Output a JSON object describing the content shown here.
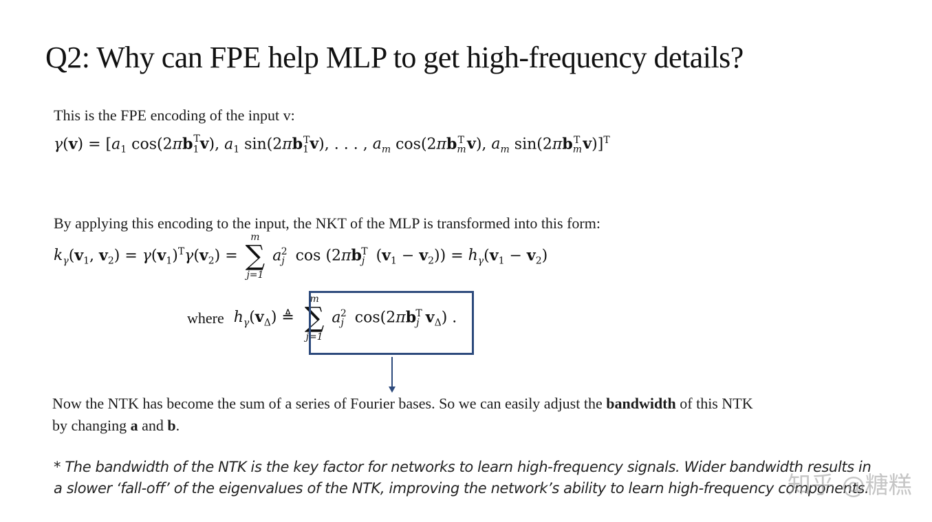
{
  "slide": {
    "title": "Q2: Why can FPE help MLP to get high-frequency details?",
    "intro_text": "This is the FPE encoding of the input v:",
    "encoding_formula": "γ(v) = [a₁ cos(2πb₁ᵀv), a₁ sin(2πb₁ᵀv), . . . , aₘ cos(2πbₘᵀv), aₘ sin(2πbₘᵀv)]ᵀ",
    "transform_text": "By applying this encoding to the input, the NKT of the MLP is transformed into this form:",
    "kernel_formula": "k_γ(v₁, v₂) = γ(v₁)ᵀγ(v₂) = Σ_{j=1}^{m} a_j² cos(2πb_jᵀ(v₁ − v₂)) = h_γ(v₁ − v₂)",
    "where_label": "where",
    "h_definition": "h_γ(v_Δ) ≜ Σ_{j=1}^{m} a_j² cos(2πb_jᵀv_Δ) .",
    "conclusion": {
      "line1_pre": "Now the NTK has become the sum of a series of Fourier bases. So we can easily adjust the ",
      "line1_bold": "bandwidth",
      "line1_post": " of this NTK",
      "line2_pre": "by changing ",
      "line2_bold_a": "a",
      "line2_mid": " and ",
      "line2_bold_b": "b",
      "line2_post": "."
    },
    "footnote": {
      "line1": "* The bandwidth of the NTK is the key factor for networks to learn high-frequency signals. Wider bandwidth results in",
      "line2": "a slower ‘fall-off’ of the eigenvalues of the NTK, improving the network’s ability to learn high-frequency components."
    },
    "watermark": "知乎 @糖糕",
    "colors": {
      "box_border": "#2d4a7c",
      "arrow": "#2d4a7c",
      "text": "#111111",
      "background": "#ffffff"
    }
  }
}
